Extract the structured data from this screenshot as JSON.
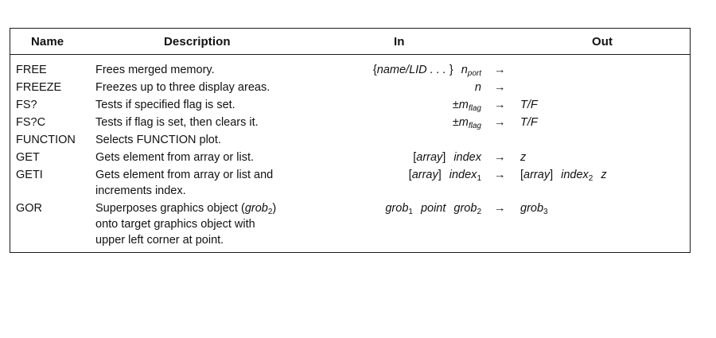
{
  "header": {
    "name": "Name",
    "description": "Description",
    "in": "In",
    "out": "Out"
  },
  "arrow": "→",
  "rows": [
    {
      "name": "FREE",
      "description": [
        "Frees merged memory."
      ],
      "in": {
        "lbrace": "{",
        "name_lid": "name/LID",
        "ellipsis": " . . . ",
        "rbrace": "}",
        "n": "n",
        "port_sub": "port"
      },
      "out": {}
    },
    {
      "name": "FREEZE",
      "description": [
        "Freezes up to three display areas."
      ],
      "in": {
        "n": "n"
      },
      "out": {}
    },
    {
      "name": "FS?",
      "description": [
        "Tests if specified flag is set."
      ],
      "in": {
        "pm": "±",
        "m": "m",
        "flag_sub": "flag"
      },
      "out": {
        "tf": "T/F"
      }
    },
    {
      "name": "FS?C",
      "description": [
        "Tests if flag is set, then clears it."
      ],
      "in": {
        "pm": "±",
        "m": "m",
        "flag_sub": "flag"
      },
      "out": {
        "tf": "T/F"
      }
    },
    {
      "name": "FUNCTION",
      "description": [
        "Selects FUNCTION plot."
      ],
      "in": {},
      "out": {}
    },
    {
      "name": "GET",
      "description": [
        "Gets element from array or list."
      ],
      "in": {
        "lb": "[",
        "array": "array",
        "rb": "]",
        "index": "index"
      },
      "out": {
        "z": "z"
      }
    },
    {
      "name": "GETI",
      "description": [
        "Gets element from array or list and",
        "increments index."
      ],
      "in": {
        "lb": "[",
        "array": "array",
        "rb": "]",
        "index": "index",
        "index_sub": "1"
      },
      "out": {
        "lb": "[",
        "array": "array",
        "rb": "]",
        "index": "index",
        "index_sub": "2",
        "z": "z"
      }
    },
    {
      "name": "GOR",
      "description_parts": {
        "line1_pre": "Superposes graphics object (",
        "line1_it": "grob",
        "line1_sub": "2",
        "line1_post": ")",
        "line2": "onto target graphics object with",
        "line3": "upper left corner at point."
      },
      "in": {
        "grob": "grob",
        "sub1": "1",
        "point": "point",
        "sub2": "2"
      },
      "out": {
        "grob": "grob",
        "sub3": "3"
      }
    }
  ]
}
